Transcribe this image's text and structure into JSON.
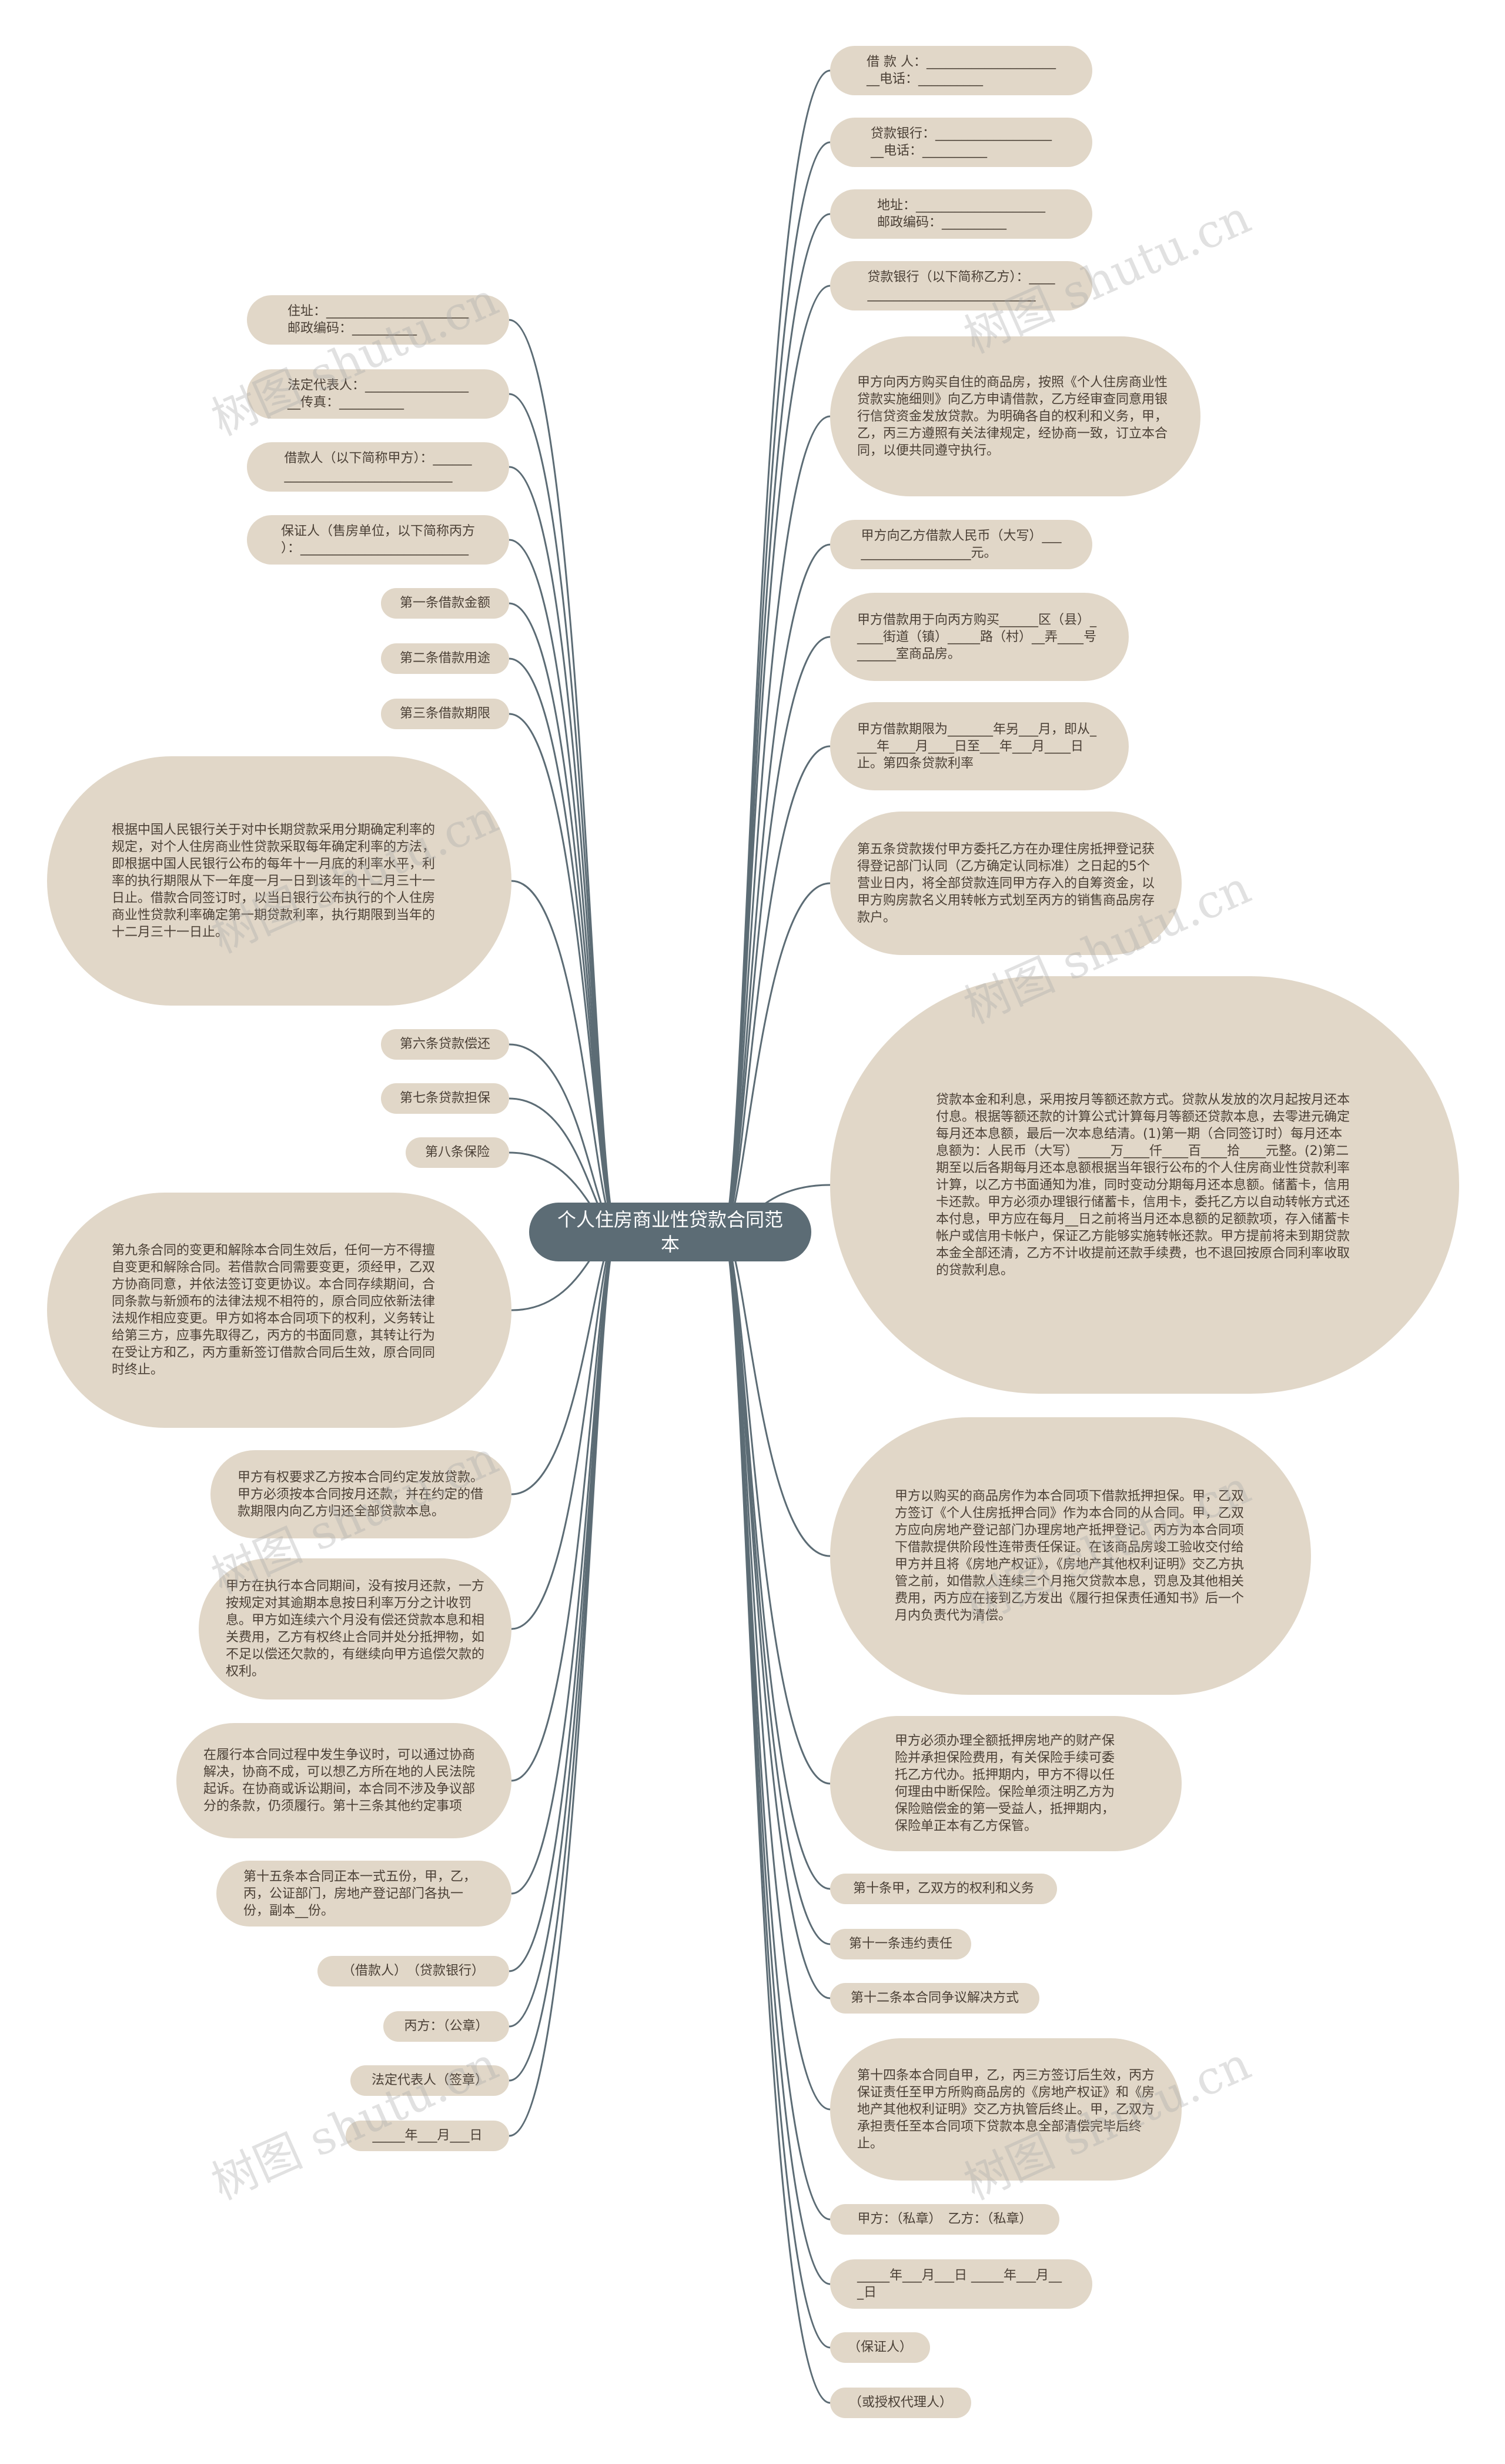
{
  "root": "个人住房商业性贷款合同范本",
  "watermark": "树图 shutu.cn",
  "colors": {
    "node": "#e1d7c8",
    "root": "#5c6c75",
    "link": "#5c6c75"
  },
  "left": [
    "住址：______________________\n邮政编码：__________",
    "法定代表人：________________\n__传真：__________",
    "借款人（以下简称甲方）：______\n__________________________",
    "保证人（售房单位，以下简称丙方\n）：__________________________",
    "第一条借款金额",
    "第二条借款用途",
    "第三条借款期限",
    "根据中国人民银行关于对中长期贷款采用分期确定利率的规定，对个人住房商业性贷款采取每年确定利率的方法，即根据中国人民银行公布的每年十一月底的利率水平，利率的执行期限从下一年度一月一日到该年的十二月三十一日止。借款合同签订时，以当日银行公布执行的个人住房商业性贷款利率确定第一期贷款利率，执行期限到当年的十二月三十一日止。",
    "第六条贷款偿还",
    "第七条贷款担保",
    "第八条保险",
    "第九条合同的变更和解除本合同生效后，任何一方不得擅自变更和解除合同。若借款合同需要变更，须经甲，乙双方协商同意，并依法签订变更协议。本合同存续期间，合同条款与新颁布的法律法规不相符的，原合同应依新法律法规作相应变更。甲方如将本合同项下的权利，义务转让给第三方，应事先取得乙，丙方的书面同意，其转让行为在受让方和乙，丙方重新签订借款合同后生效，原合同同时终止。",
    "甲方有权要求乙方按本合同约定发放贷款。甲方必须按本合同按月还款，并在约定的借款期限内向乙方归还全部贷款本息。",
    "甲方在执行本合同期间，没有按月还款，一方按规定对其逾期本息按日利率万分之计收罚息。甲方如连续六个月没有偿还贷款本息和相关费用，乙方有权终止合同并处分抵押物，如不足以偿还欠款的，有继续向甲方追偿欠款的权利。",
    "在履行本合同过程中发生争议时，可以通过协商解决，协商不成，可以想乙方所在地的人民法院起诉。在协商或诉讼期间，本合同不涉及争议部分的条款，仍须履行。第十三条其他约定事项",
    "第十五条本合同正本一式五份，甲，乙，丙，公证部门，房地产登记部门各执一份，副本__份。",
    "（借款人）　（贷款银行）",
    "丙方：（公章）",
    "法定代表人（签章）",
    "_____年___月___日"
  ],
  "right": [
    "借 款 人：____________________\n__电话：__________",
    "贷款银行：__________________\n__电话：__________",
    "地址：____________________\n邮政编码：__________",
    "贷款银行（以下简称乙方）：____\n__________________________",
    "甲方向丙方购买自住的商品房，按照《个人住房商业性贷款实施细则》向乙方申请借款，乙方经审查同意用银行信贷资金发放贷款。为明确各自的权利和义务，甲，乙，丙三方遵照有关法律规定，经协商一致，订立本合同，以便共同遵守执行。",
    "甲方向乙方借款人民币（大写）___\n_________________元。",
    "甲方借款用于向丙方购买______区（县）_____街道（镇）_____路（村）__弄____号______室商品房。",
    "甲方借款期限为_______年另___月，即从____年____月____日至___年___月____日止。第四条贷款利率",
    "第五条贷款拨付甲方委托乙方在办理住房抵押登记获得登记部门认同（乙方确定认同标准）之日起的5个营业日内，将全部贷款连同甲方存入的自筹资金，以甲方购房款名义用转帐方式划至丙方的销售商品房存款户。",
    "贷款本金和利息，采用按月等额还款方式。贷款从发放的次月起按月还本付息。根据等额还款的计算公式计算每月等额还贷款本息，去零进元确定每月还本息额，最后一次本息结清。(1)第一期（合同签订时）每月还本息额为：人民币（大写）_____万____仟____百____拾____元整。(2)第二期至以后各期每月还本息额根据当年银行公布的个人住房商业性贷款利率计算，以乙方书面通知为准，同时变动分期每月还本息额。储蓄卡，信用卡还款。甲方必须办理银行储蓄卡，信用卡，委托乙方以自动转帐方式还本付息，甲方应在每月__日之前将当月还本息额的足额款项，存入储蓄卡帐户或信用卡帐户，保证乙方能够实施转帐还款。甲方提前将未到期贷款本金全部还清，乙方不计收提前还款手续费，也不退回按原合同利率收取的贷款利息。",
    "甲方以购买的商品房作为本合同项下借款抵押担保。甲，乙双方签订《个人住房抵押合同》作为本合同的从合同。甲，乙双方应向房地产登记部门办理房地产抵押登记。丙方为本合同项下借款提供阶段性连带责任保证。在该商品房竣工验收交付给甲方并且将《房地产权证》，《房地产其他权利证明》交乙方执管之前，如借款人连续三个月拖欠贷款本息，罚息及其他相关费用，丙方应在接到乙方发出《履行担保责任通知书》后一个月内负责代为清偿。",
    "甲方必须办理全额抵押房地产的财产保险并承担保险费用，有关保险手续可委托乙方代办。抵押期内，甲方不得以任何理由中断保险。保险单须注明乙方为保险赔偿金的第一受益人，抵押期内，保险单正本有乙方保管。",
    "第十条甲，乙双方的权利和义务",
    "第十一条违约责任",
    "第十二条本合同争议解决方式",
    "第十四条本合同自甲，乙，丙三方签订后生效，丙方保证责任至甲方所购商品房的《房地产权证》和《房地产其他权利证明》交乙方执管后终止。甲，乙双方承担责任至本合同项下贷款本息全部清偿完毕后终止。",
    "甲方：（私章）　乙方：（私章）",
    "_____年___月___日 _____年___月___日",
    "（保证人）",
    "（或授权代理人）"
  ]
}
